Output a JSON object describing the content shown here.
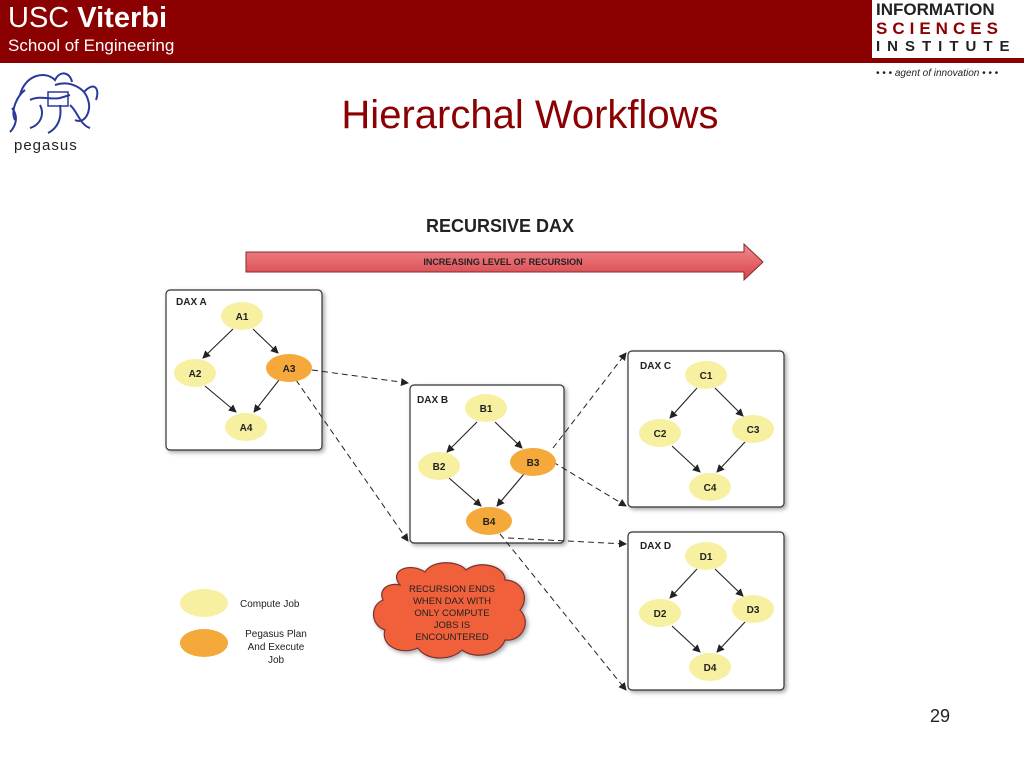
{
  "header": {
    "usc": "USC",
    "viterbi": "Viterbi",
    "school": "School of Engineering",
    "isi_line1": "INFORMATION",
    "isi_line2": "SCIENCES",
    "isi_line3": "INSTITUTE",
    "agent": "• • • agent of innovation • • •"
  },
  "logo": {
    "text": "pegasus"
  },
  "title": "Hierarchal Workflows",
  "diagram": {
    "heading": "RECURSIVE DAX",
    "arrow_label": "INCREASING LEVEL OF RECURSION",
    "dax_a": {
      "label": "DAX A",
      "nodes": [
        "A1",
        "A2",
        "A3",
        "A4"
      ]
    },
    "dax_b": {
      "label": "DAX B",
      "nodes": [
        "B1",
        "B2",
        "B3",
        "B4"
      ]
    },
    "dax_c": {
      "label": "DAX C",
      "nodes": [
        "C1",
        "C2",
        "C3",
        "C4"
      ]
    },
    "dax_d": {
      "label": "DAX D",
      "nodes": [
        "D1",
        "D2",
        "D3",
        "D4"
      ]
    },
    "cloud_lines": [
      "RECURSION ENDS",
      "WHEN DAX WITH",
      "ONLY COMPUTE",
      "JOBS IS",
      "ENCOUNTERED"
    ],
    "legend": {
      "compute": "Compute Job",
      "pegasus_lines": [
        "Pegasus Plan",
        "And Execute",
        "Job"
      ]
    }
  },
  "colors": {
    "header": "#8b0000",
    "compute_job": "#f7f0a0",
    "pegasus_job": "#f4a93a",
    "arrow": "#e8545a",
    "cloud": "#f0603a"
  },
  "slide_number": "29"
}
